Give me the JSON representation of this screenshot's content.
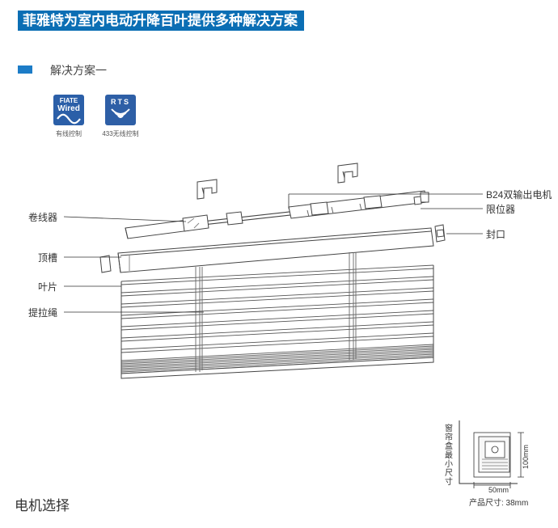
{
  "header": {
    "title": "菲雅特为室内电动升降百叶提供多种解决方案"
  },
  "section": {
    "title": "解决方案一"
  },
  "badges": [
    {
      "icon": "fiate-wired-icon",
      "line1": "FIATE",
      "line2": "Wired",
      "caption": "有线控制",
      "color": "#2b5fa8"
    },
    {
      "icon": "rts-wireless-icon",
      "line1": "RTS",
      "caption": "433无线控制",
      "color": "#2e5fa6"
    }
  ],
  "callouts": {
    "motor": "B24双输出电机",
    "limiter": "限位器",
    "end_cap": "封口",
    "winder": "卷线器",
    "top_rail": "顶槽",
    "slat": "叶片",
    "lift_cord": "提拉绳"
  },
  "dimensions": {
    "box_label": "窗帘盒最小尺寸",
    "height": "100mm",
    "width": "50mm",
    "product_size": "产品尺寸: 38mm"
  },
  "footer": {
    "title": "电机选择"
  }
}
